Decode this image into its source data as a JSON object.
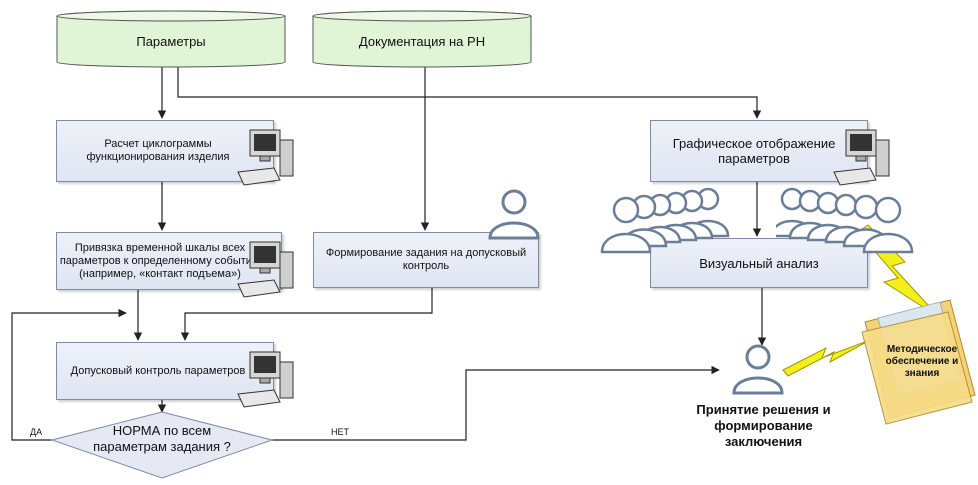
{
  "sources": {
    "params": "Параметры",
    "docs": "Документация на РН"
  },
  "steps": {
    "cyclogram": "Расчет циклограммы функционирования изделия",
    "binding": "Привязка временной шкалы всех параметров к определенному событию (например, «контакт подъема»)",
    "task": "Формирование задания на допусковый контроль",
    "tolerance": "Допусковый контроль параметров",
    "graphic": "Графическое отображение параметров",
    "visual": "Визуальный анализ"
  },
  "decision": {
    "text": "НОРМА по всем параметрам задания ?",
    "yes": "ДА",
    "no": "НЕТ"
  },
  "outcome": "Принятие решения и формирование заключения",
  "knowledge": "Методическое обеспечение и знания",
  "colors": {
    "cylinder_fill": "#dff5d6",
    "box_fill": "#e4e9f4",
    "box_border": "#7f8aa4",
    "line": "#222222",
    "bolt": "#f2ec1a",
    "folder": "#f3d27a"
  }
}
